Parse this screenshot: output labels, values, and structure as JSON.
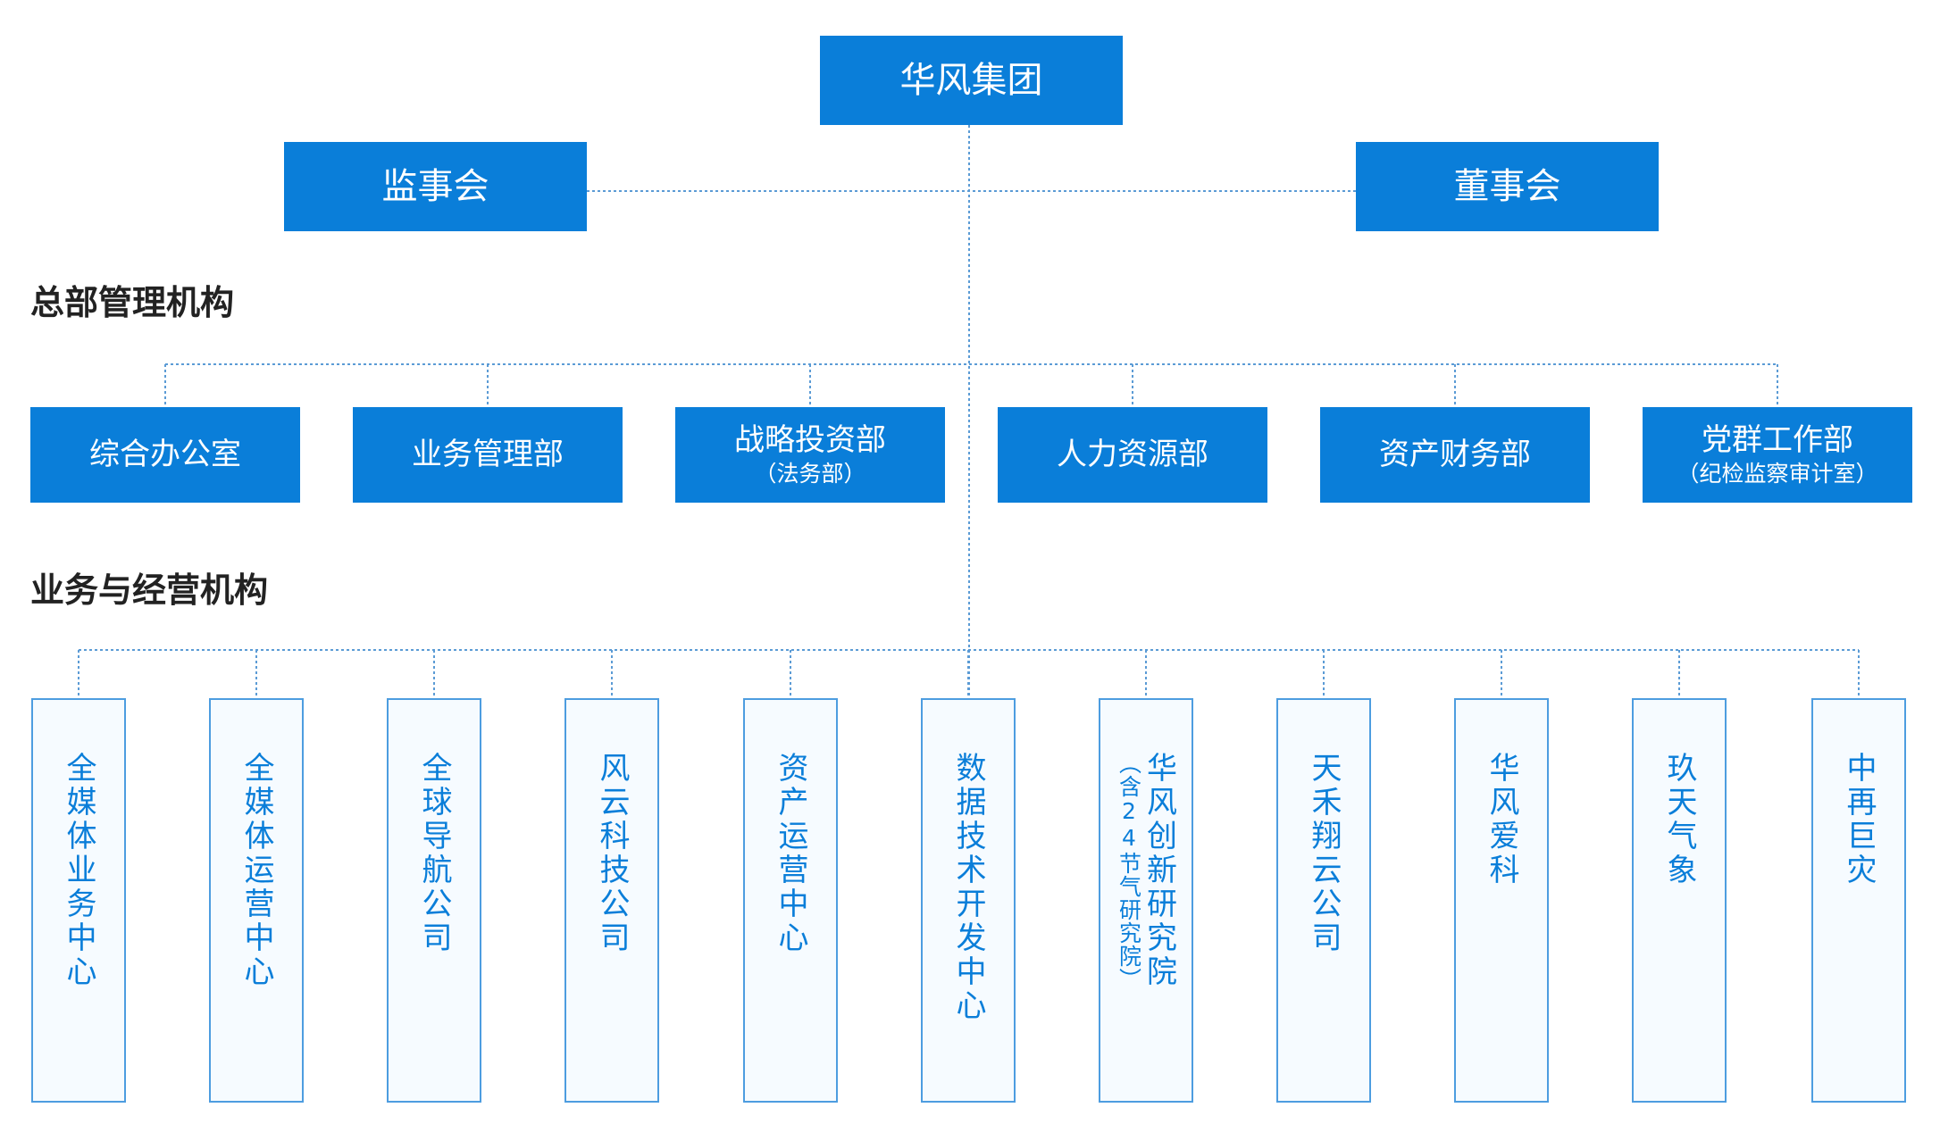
{
  "top": {
    "group": "华风集团",
    "supervisory_board": "监事会",
    "board_of_directors": "董事会"
  },
  "hq": {
    "title": "总部管理机构",
    "departments": [
      {
        "label": "综合办公室",
        "sub": ""
      },
      {
        "label": "业务管理部",
        "sub": ""
      },
      {
        "label": "战略投资部",
        "sub": "（法务部）"
      },
      {
        "label": "人力资源部",
        "sub": ""
      },
      {
        "label": "资产财务部",
        "sub": ""
      },
      {
        "label": "党群工作部",
        "sub": "（纪检监察审计室）"
      }
    ]
  },
  "business": {
    "title": "业务与经营机构",
    "units": [
      {
        "label": "全媒体业务中心",
        "sub": ""
      },
      {
        "label": "全媒体运营中心",
        "sub": ""
      },
      {
        "label": "全球导航公司",
        "sub": ""
      },
      {
        "label": "风云科技公司",
        "sub": ""
      },
      {
        "label": "资产运营中心",
        "sub": ""
      },
      {
        "label": "数据技术开发中心",
        "sub": ""
      },
      {
        "label": "华风创新研究院",
        "sub": "（含24节气研究院）"
      },
      {
        "label": "天禾翔云公司",
        "sub": ""
      },
      {
        "label": "华风爱科",
        "sub": ""
      },
      {
        "label": "玖天气象",
        "sub": ""
      },
      {
        "label": "中再巨灾",
        "sub": ""
      }
    ]
  }
}
